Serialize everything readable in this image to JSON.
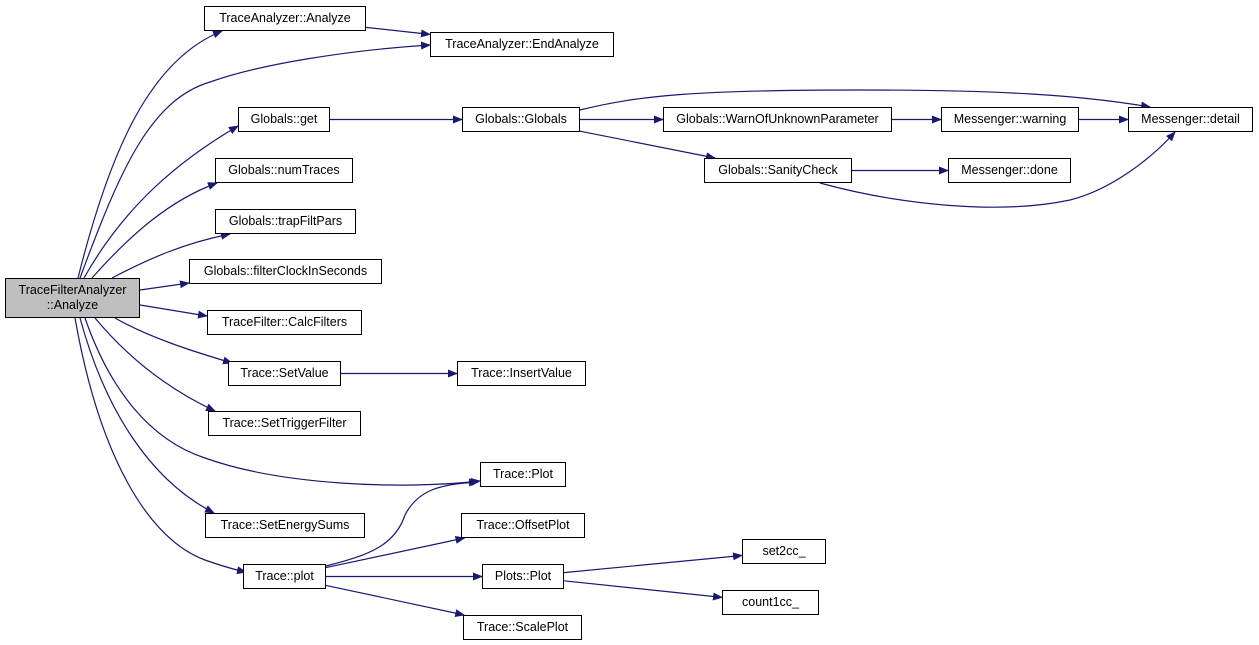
{
  "graph": {
    "colors": {
      "edge": "#191970",
      "root_fill": "#bfbfbf",
      "node_fill": "#ffffff",
      "border": "#000000"
    },
    "nodes": [
      {
        "id": "root",
        "name": "trace-filter-analyzer-analyze-node",
        "lines": [
          "TraceFilterAnalyzer",
          "::Analyze"
        ],
        "root": true
      },
      {
        "id": "ta_an",
        "name": "trace-analyzer-analyze-node",
        "lines": [
          "TraceAnalyzer::Analyze"
        ]
      },
      {
        "id": "ta_end",
        "name": "trace-analyzer-end-analyze-node",
        "lines": [
          "TraceAnalyzer::EndAnalyze"
        ]
      },
      {
        "id": "g_get",
        "name": "globals-get-node",
        "lines": [
          "Globals::get"
        ]
      },
      {
        "id": "g_glob",
        "name": "globals-globals-node",
        "lines": [
          "Globals::Globals"
        ]
      },
      {
        "id": "g_warn",
        "name": "globals-warn-of-unknown-parameter-node",
        "lines": [
          "Globals::WarnOfUnknownParameter"
        ]
      },
      {
        "id": "m_warning",
        "name": "messenger-warning-node",
        "lines": [
          "Messenger::warning"
        ]
      },
      {
        "id": "m_detail",
        "name": "messenger-detail-node",
        "lines": [
          "Messenger::detail"
        ]
      },
      {
        "id": "g_sanity",
        "name": "globals-sanity-check-node",
        "lines": [
          "Globals::SanityCheck"
        ]
      },
      {
        "id": "m_done",
        "name": "messenger-done-node",
        "lines": [
          "Messenger::done"
        ]
      },
      {
        "id": "g_num",
        "name": "globals-num-traces-node",
        "lines": [
          "Globals::numTraces"
        ]
      },
      {
        "id": "g_trap",
        "name": "globals-trap-filt-pars-node",
        "lines": [
          "Globals::trapFiltPars"
        ]
      },
      {
        "id": "g_clock",
        "name": "globals-filter-clock-in-seconds-node",
        "lines": [
          "Globals::filterClockInSeconds"
        ]
      },
      {
        "id": "tf_calc",
        "name": "trace-filter-calc-filters-node",
        "lines": [
          "TraceFilter::CalcFilters"
        ]
      },
      {
        "id": "t_setv",
        "name": "trace-set-value-node",
        "lines": [
          "Trace::SetValue"
        ]
      },
      {
        "id": "t_ins",
        "name": "trace-insert-value-node",
        "lines": [
          "Trace::InsertValue"
        ]
      },
      {
        "id": "t_trig",
        "name": "trace-set-trigger-filter-node",
        "lines": [
          "Trace::SetTriggerFilter"
        ]
      },
      {
        "id": "t_Plot",
        "name": "trace-plot-capital-node",
        "lines": [
          "Trace::Plot"
        ]
      },
      {
        "id": "t_esum",
        "name": "trace-set-energy-sums-node",
        "lines": [
          "Trace::SetEnergySums"
        ]
      },
      {
        "id": "t_offs",
        "name": "trace-offset-plot-node",
        "lines": [
          "Trace::OffsetPlot"
        ]
      },
      {
        "id": "t_plot",
        "name": "trace-plot-lower-node",
        "lines": [
          "Trace::plot"
        ]
      },
      {
        "id": "p_plot",
        "name": "plots-plot-node",
        "lines": [
          "Plots::Plot"
        ]
      },
      {
        "id": "set2cc",
        "name": "set2cc-node",
        "lines": [
          "set2cc_"
        ]
      },
      {
        "id": "count1cc",
        "name": "count1cc-node",
        "lines": [
          "count1cc_"
        ]
      },
      {
        "id": "t_scale",
        "name": "trace-scale-plot-node",
        "lines": [
          "Trace::ScalePlot"
        ]
      }
    ],
    "edges": [
      {
        "from": "root",
        "to": "ta_an"
      },
      {
        "from": "root",
        "to": "ta_end"
      },
      {
        "from": "root",
        "to": "g_get"
      },
      {
        "from": "root",
        "to": "g_num"
      },
      {
        "from": "root",
        "to": "g_trap"
      },
      {
        "from": "root",
        "to": "g_clock"
      },
      {
        "from": "root",
        "to": "tf_calc"
      },
      {
        "from": "root",
        "to": "t_setv"
      },
      {
        "from": "root",
        "to": "t_trig"
      },
      {
        "from": "root",
        "to": "t_Plot"
      },
      {
        "from": "root",
        "to": "t_esum"
      },
      {
        "from": "root",
        "to": "t_plot"
      },
      {
        "from": "ta_an",
        "to": "ta_end"
      },
      {
        "from": "g_get",
        "to": "g_glob"
      },
      {
        "from": "g_glob",
        "to": "m_detail"
      },
      {
        "from": "g_glob",
        "to": "g_warn"
      },
      {
        "from": "g_glob",
        "to": "g_sanity"
      },
      {
        "from": "g_warn",
        "to": "m_warning"
      },
      {
        "from": "m_warning",
        "to": "m_detail"
      },
      {
        "from": "g_sanity",
        "to": "m_done"
      },
      {
        "from": "g_sanity",
        "to": "m_detail"
      },
      {
        "from": "t_setv",
        "to": "t_ins"
      },
      {
        "from": "t_plot",
        "to": "t_Plot"
      },
      {
        "from": "t_plot",
        "to": "t_offs"
      },
      {
        "from": "t_plot",
        "to": "p_plot"
      },
      {
        "from": "t_plot",
        "to": "t_scale"
      },
      {
        "from": "p_plot",
        "to": "set2cc"
      },
      {
        "from": "p_plot",
        "to": "count1cc"
      }
    ]
  }
}
